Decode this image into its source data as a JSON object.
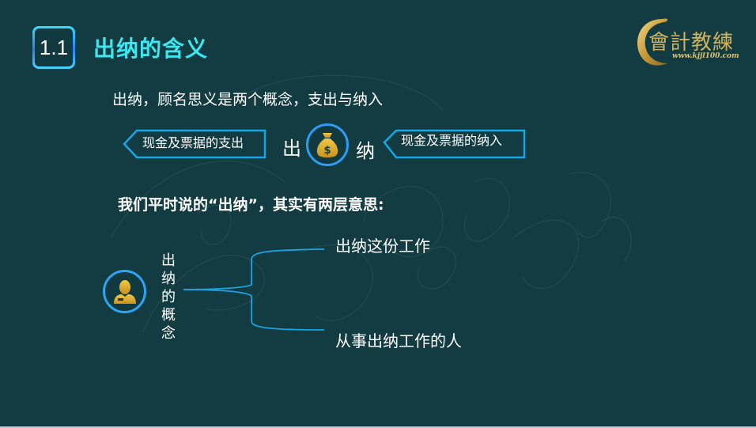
{
  "slide": {
    "section_number": "1.1",
    "title": "出纳的含义",
    "logo": {
      "name": "會計教練",
      "url": "www.kjjl100.com"
    },
    "intro": "出纳，顾名思义是两个概念，支出与纳入",
    "diagram": {
      "left_tag": "现金及票据的支出",
      "left_char": "出",
      "center_icon": "money-bag-icon",
      "right_char": "纳",
      "right_tag": "现金及票据的纳入"
    },
    "subtitle": "我们平时说的“出纳”，其实有两层意思:",
    "concept": {
      "icon": "person-icon",
      "label_chars": [
        "出",
        "纳",
        "的",
        "概",
        "念"
      ],
      "branches": [
        "出纳这份工作",
        "从事出纳工作的人"
      ]
    },
    "colors": {
      "background": "#123c41",
      "title": "#3ee6f0",
      "accent_blue": "#1aa3e0",
      "gold": "#d8a828",
      "text": "#ffffff"
    }
  }
}
